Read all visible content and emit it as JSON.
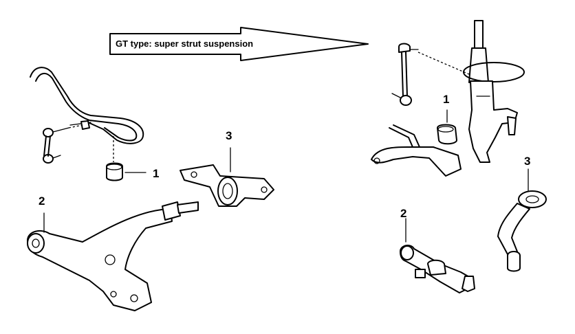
{
  "caption": "GT type: super strut suspension",
  "left_group": {
    "labels": [
      "1",
      "2",
      "3"
    ]
  },
  "right_group": {
    "labels": [
      "1",
      "2",
      "3"
    ]
  }
}
